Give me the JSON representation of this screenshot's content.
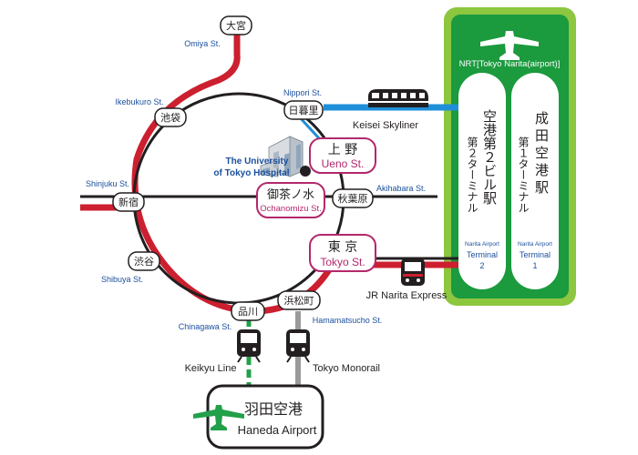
{
  "colors": {
    "red": "#cc1f2f",
    "dark": "#231f20",
    "blue": "#1a4f9c",
    "keisei_blue": "#1e8fd8",
    "green_light": "#8dc63f",
    "green_dark": "#1b9a3e",
    "magenta": "#b3286c",
    "monorail_gray": "#9a9a9a",
    "keikyu_green": "#22a04a"
  },
  "stations": {
    "omiya": {
      "ja": "大宮",
      "en": "Omiya St."
    },
    "ikebukuro": {
      "ja": "池袋",
      "en": "Ikebukuro St."
    },
    "shinjuku": {
      "ja": "新宿",
      "en": "Shinjuku St."
    },
    "shibuya": {
      "ja": "渋谷",
      "en": "Shibuya St."
    },
    "shinagawa": {
      "ja": "品川",
      "en": "Chinagawa St."
    },
    "hamamatsucho": {
      "ja": "浜松町",
      "en": "Hamamatsucho St."
    },
    "nippori": {
      "ja": "日暮里",
      "en": "Nippori St."
    },
    "akihabara": {
      "ja": "秋葉原",
      "en": "Akihabara St."
    },
    "ueno": {
      "ja": "上 野",
      "en": "Ueno St."
    },
    "ochanomizu": {
      "ja": "御茶ノ水",
      "en": "Ochanomizu St."
    },
    "tokyo": {
      "ja": "東 京",
      "en": "Tokyo St."
    }
  },
  "landmark": {
    "line1": "The University",
    "line2": "of Tokyo Hospital",
    "icon": "hospital-building-icon"
  },
  "lines": {
    "keisei": "Keisei Skyliner",
    "narita_express": "JR Narita Express",
    "keikyu": "Keikyu Line",
    "monorail": "Tokyo Monorail"
  },
  "narita": {
    "label": "NRT[Tokyo Narita(airport)]",
    "icon": "airplane-icon",
    "t2": {
      "ja_line1": "空港第２ビル駅",
      "ja_line2": "第２ターミナル",
      "en1": "Narita Airport",
      "en2": "Terminal",
      "en3": "2"
    },
    "t1": {
      "ja_line1": "成田空港駅",
      "ja_line2": "第１ターミナル",
      "en1": "Narita Airport",
      "en2": "Terminal",
      "en3": "1"
    }
  },
  "haneda": {
    "ja": "羽田空港",
    "en": "Haneda Airport",
    "icon": "airplane-icon"
  }
}
